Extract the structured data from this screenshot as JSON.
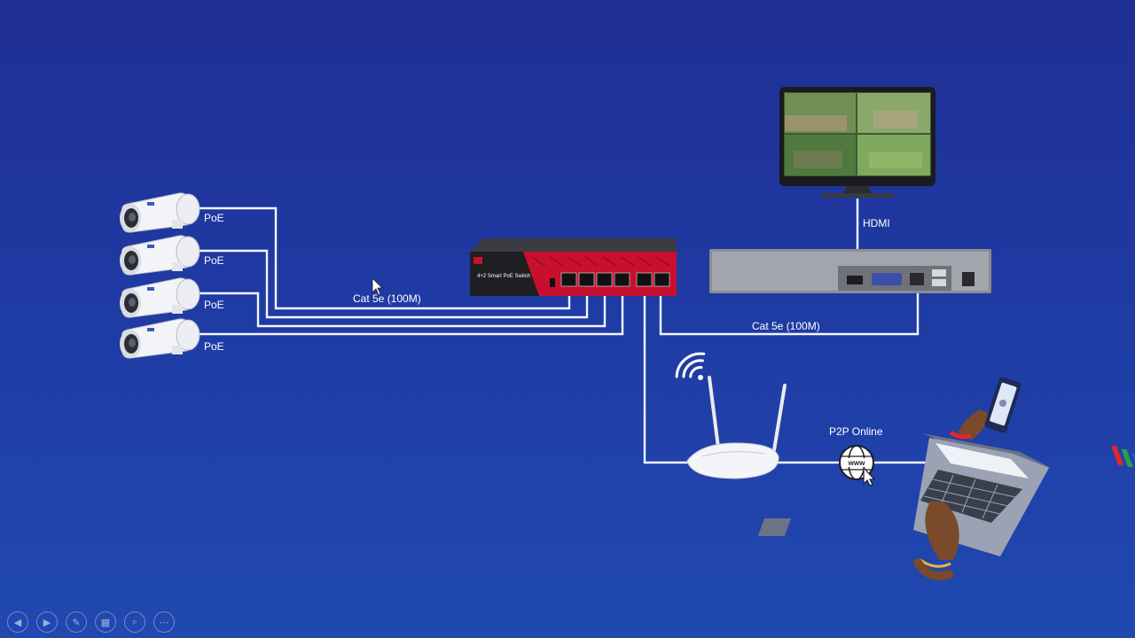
{
  "labels": {
    "poe": [
      "PoE",
      "PoE",
      "PoE",
      "PoE"
    ],
    "cat5e_switch": "Cat 5e (100M)",
    "cat5e_nvr": "Cat 5e (100M)",
    "hdmi": "HDMI",
    "p2p": "P2P Online"
  },
  "switch": {
    "title": "4+2 Smart PoE Switch"
  },
  "globe_text": "www",
  "toolbar": {
    "prev_icon": "◀",
    "next_icon": "▶",
    "pen_icon": "✎",
    "slides_icon": "▦",
    "zoom_icon": "⌕",
    "more_icon": "⋯"
  },
  "colors": {
    "background_top": "#1f2f93",
    "background_bottom": "#2049b0",
    "cable": "#f4f6ff",
    "switch_red": "#c8102e"
  }
}
